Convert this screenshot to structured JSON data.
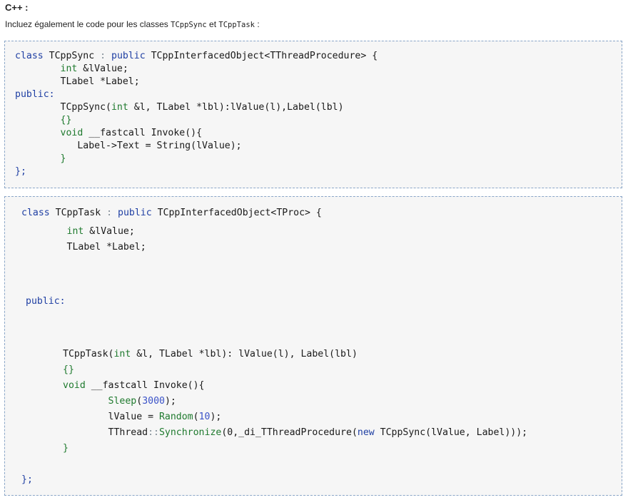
{
  "heading": "C++ :",
  "intro": {
    "prefix": "Incluez également le code pour les classes ",
    "class1": "TCppSync",
    "connector": " et ",
    "class2": "TCppTask",
    "suffix": " :"
  },
  "code_sync": [
    [
      [
        "kw",
        "class"
      ],
      [
        "dk",
        " TCppSync "
      ],
      [
        "gy",
        ":"
      ],
      [
        "dk",
        " "
      ],
      [
        "kw",
        "public"
      ],
      [
        "dk",
        " TCppInterfacedObject<TThreadProcedure> {"
      ]
    ],
    [
      [
        "dk",
        "        "
      ],
      [
        "ty",
        "int"
      ],
      [
        "dk",
        " &lValue;"
      ]
    ],
    [
      [
        "dk",
        "        TLabel *Label;"
      ]
    ],
    [
      [
        "kw",
        "public:"
      ]
    ],
    [
      [
        "dk",
        "        TCppSync("
      ],
      [
        "ty",
        "int"
      ],
      [
        "dk",
        " &l, TLabel *lbl):lValue(l),Label(lbl)"
      ]
    ],
    [
      [
        "dk",
        "        "
      ],
      [
        "ty",
        "{}"
      ]
    ],
    [
      [
        "dk",
        "        "
      ],
      [
        "ty",
        "void"
      ],
      [
        "dk",
        " __fastcall Invoke(){"
      ]
    ],
    [
      [
        "dk",
        "           Label->Text = String(lValue);"
      ]
    ],
    [
      [
        "dk",
        "        "
      ],
      [
        "ty",
        "}"
      ]
    ],
    [
      [
        "kw",
        "};"
      ]
    ]
  ],
  "code_task": [
    [
      [
        "kw",
        "class"
      ],
      [
        "dk",
        " TCppTask "
      ],
      [
        "gy",
        ":"
      ],
      [
        "dk",
        " "
      ],
      [
        "kw",
        "public"
      ],
      [
        "dk",
        " TCppInterfacedObject<TProc> {"
      ]
    ],
    [
      [
        "dk",
        "        "
      ],
      [
        "ty",
        "int"
      ],
      [
        "dk",
        " &lValue;"
      ]
    ],
    [
      [
        "dk",
        "        TLabel *Label;"
      ]
    ],
    [
      [
        "kw",
        "public:"
      ]
    ],
    [
      [
        "dk",
        "TCppTask("
      ],
      [
        "ty",
        "int"
      ],
      [
        "dk",
        " &l, TLabel *lbl): lValue(l), Label(lbl)"
      ]
    ],
    [
      [
        "ty",
        "{}"
      ]
    ],
    [
      [
        "ty",
        "void"
      ],
      [
        "dk",
        " __fastcall Invoke(){"
      ]
    ],
    [
      [
        "dk",
        "        "
      ],
      [
        "ty",
        "Sleep"
      ],
      [
        "dk",
        "("
      ],
      [
        "nm",
        "3000"
      ],
      [
        "dk",
        ");"
      ]
    ],
    [
      [
        "dk",
        "        lValue = "
      ],
      [
        "ty",
        "Random"
      ],
      [
        "dk",
        "("
      ],
      [
        "nm",
        "10"
      ],
      [
        "dk",
        ");"
      ]
    ],
    [
      [
        "dk",
        "        TThread"
      ],
      [
        "gy",
        "::"
      ],
      [
        "ty",
        "Synchronize"
      ],
      [
        "dk",
        "(0,_di_TThreadProcedure("
      ],
      [
        "kw",
        "new"
      ],
      [
        "dk",
        " TCppSync(lValue, Label)));"
      ]
    ],
    [
      [
        "ty",
        "}"
      ]
    ],
    [
      [
        "kw",
        "};"
      ]
    ]
  ]
}
